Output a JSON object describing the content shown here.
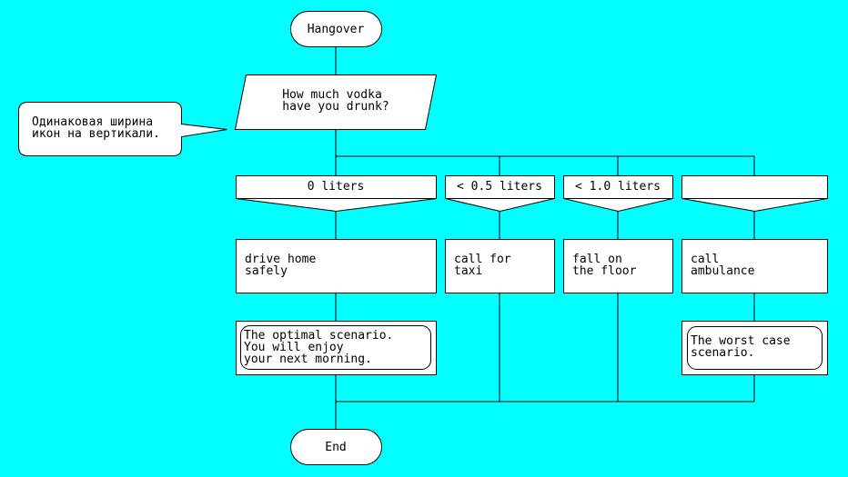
{
  "colors": {
    "background": "#00FFFF",
    "shape_fill": "#FFFFFF",
    "stroke": "#000000"
  },
  "diagram": {
    "start": {
      "label": "Hangover"
    },
    "question": {
      "lines": [
        "How much vodka",
        "have you drunk?"
      ]
    },
    "comment": {
      "lines": [
        "Одинаковая ширина",
        "икон на вертикали."
      ]
    },
    "branches": [
      {
        "condition": "0 liters",
        "action": [
          "drive home",
          "safely"
        ],
        "note": [
          "The optimal scenario.",
          "You will enjoy",
          "your next morning."
        ]
      },
      {
        "condition": "< 0.5 liters",
        "action": [
          "call for",
          "taxi"
        ]
      },
      {
        "condition": "< 1.0 liters",
        "action": [
          "fall on",
          "the floor"
        ]
      },
      {
        "condition": "",
        "action": [
          "call",
          "ambulance"
        ],
        "note": [
          "The worst case",
          "scenario."
        ]
      }
    ],
    "end": {
      "label": "End"
    }
  }
}
